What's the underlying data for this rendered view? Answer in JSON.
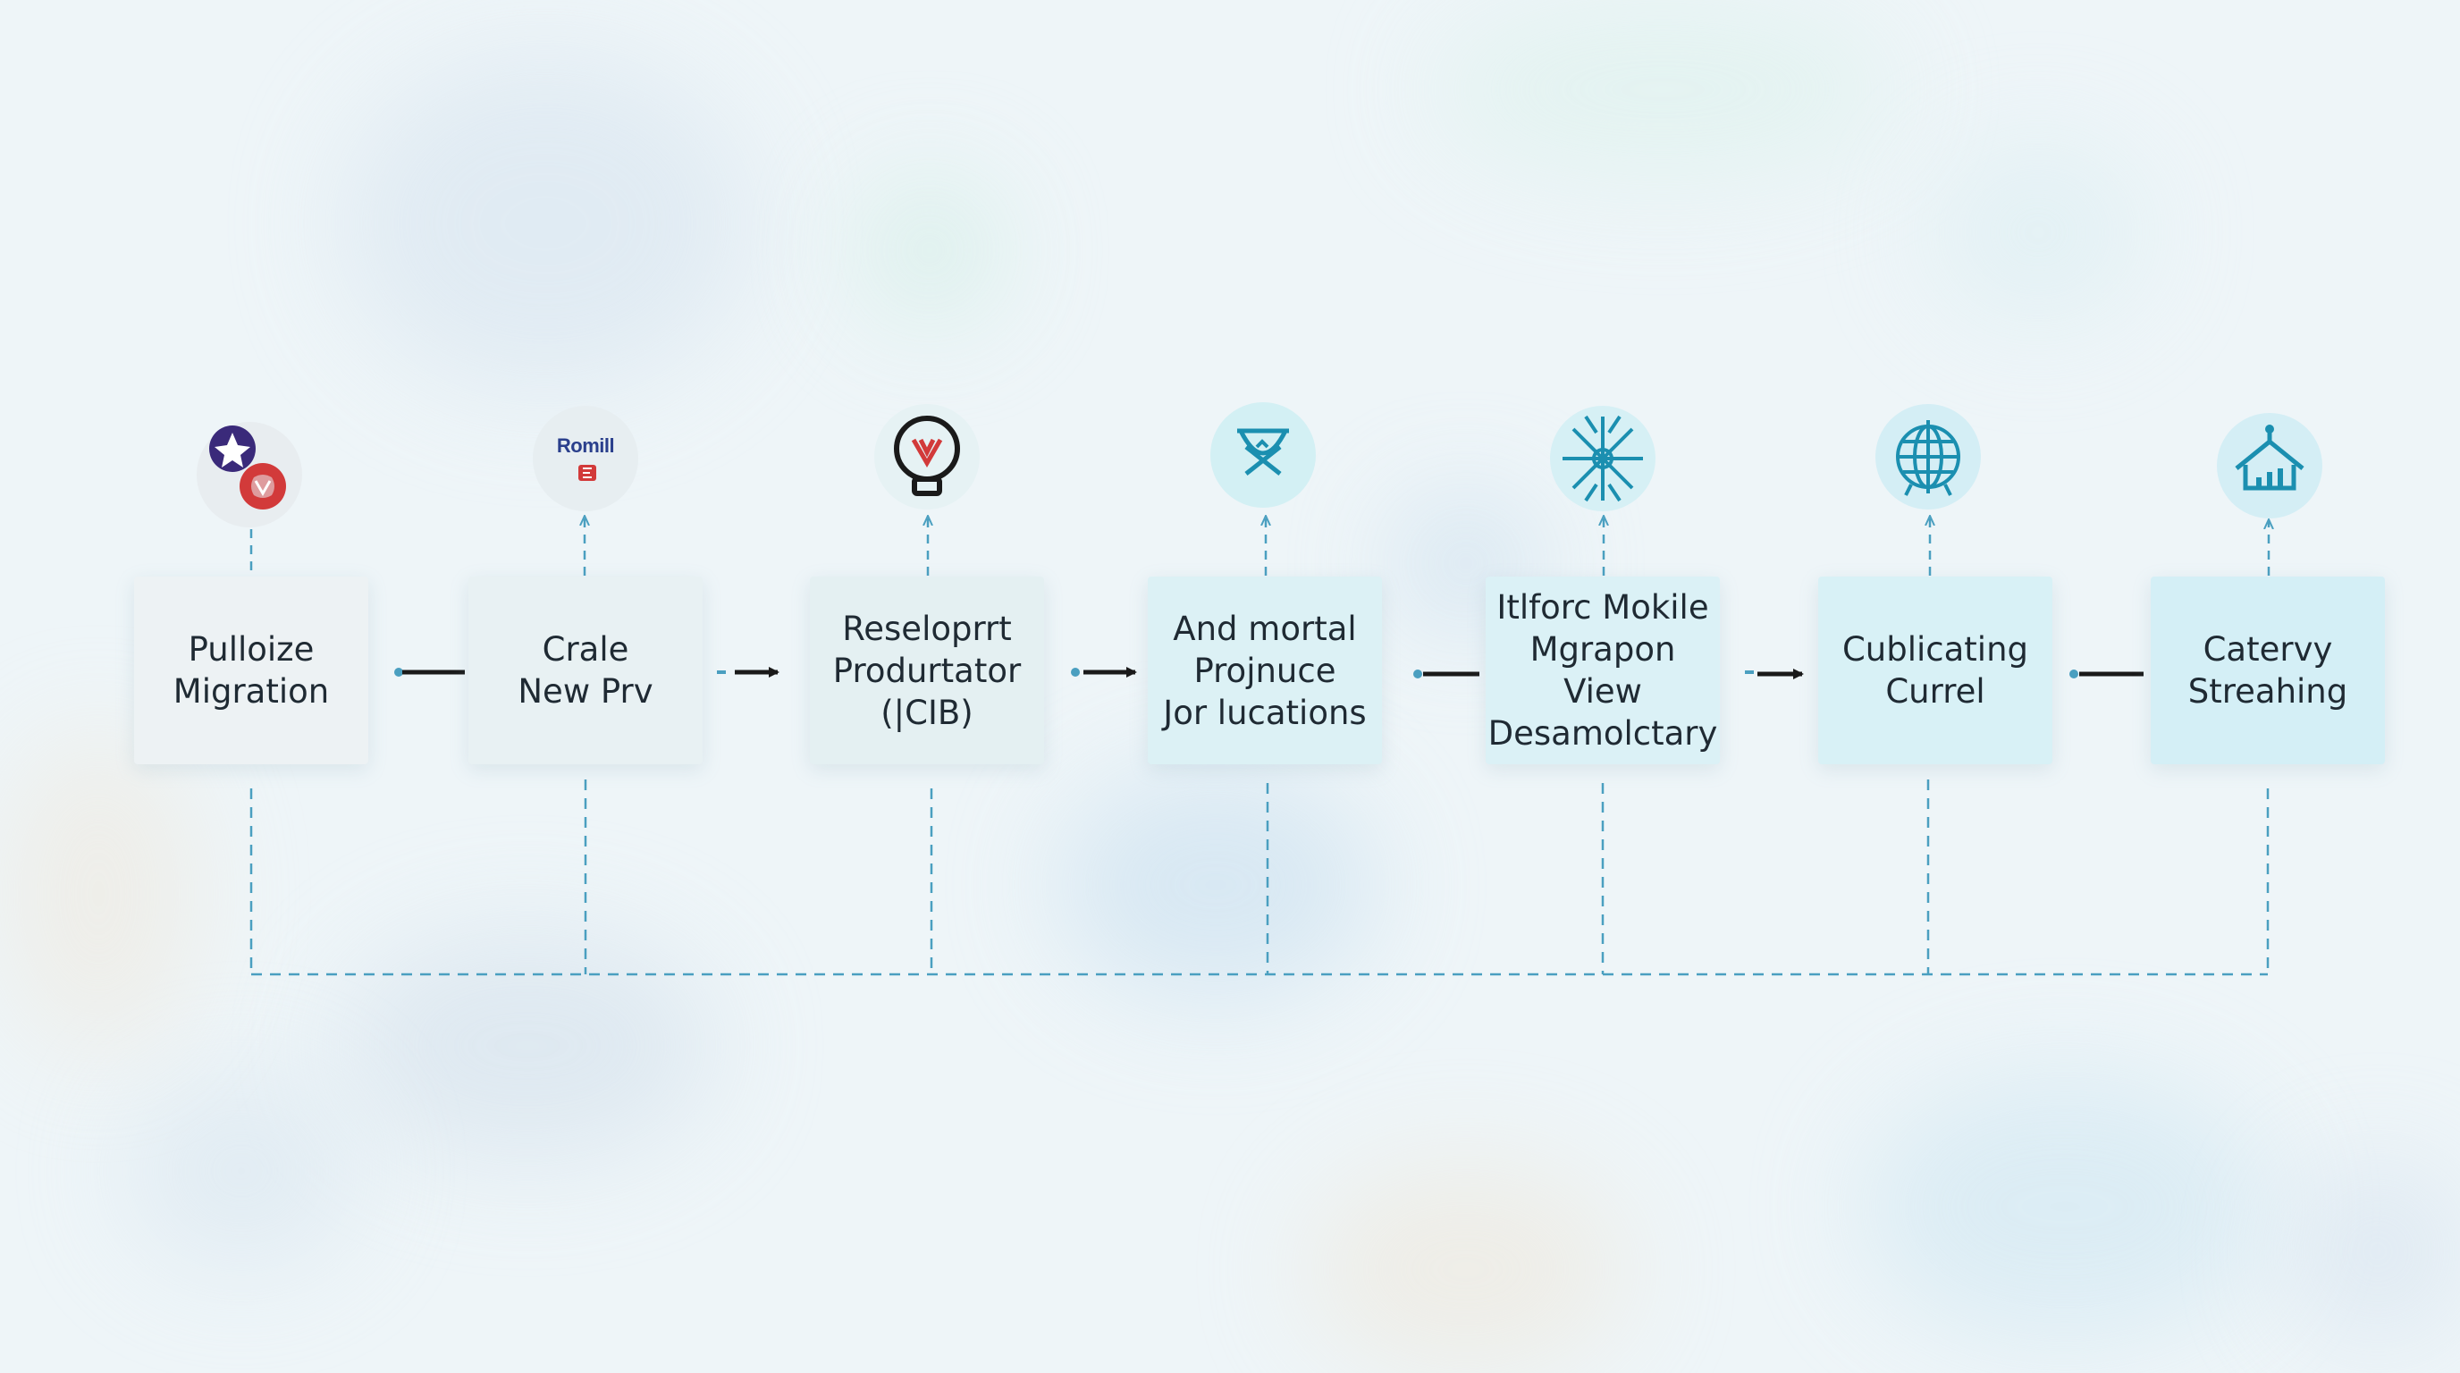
{
  "stages": [
    {
      "label": "Pulloize\nMigration",
      "icon": "flower-badge-icon"
    },
    {
      "label": "Crale\nNew Prv",
      "icon": "brand-logo-icon",
      "logo_text": "Romill"
    },
    {
      "label": "Reseloprrt\nProdurtator\n(|CIB)",
      "icon": "lightbulb-icon"
    },
    {
      "label": "And mortal\nProjnuce\nJor lucations",
      "icon": "crossed-tools-icon"
    },
    {
      "label": "Itlforc Mokile\nMgrapon\nView\nDesamolctary",
      "icon": "network-burst-icon"
    },
    {
      "label": "Cublicating\nCurrel",
      "icon": "globe-icon"
    },
    {
      "label": "Catervy\nStreahing",
      "icon": "house-chart-icon"
    }
  ],
  "colors": {
    "accent": "#1b8fb0",
    "connector": "#4a9fc0",
    "arrow": "#1a1a1a",
    "logo_red": "#d23a3a",
    "logo_purple": "#3a2a7a"
  }
}
